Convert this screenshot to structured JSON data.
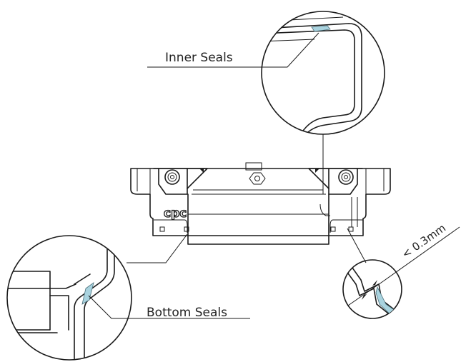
{
  "labels": {
    "inner_seals": "Inner Seals",
    "bottom_seals": "Bottom Seals",
    "gap": "< 0.3mm",
    "brand": "cpc"
  },
  "colors": {
    "seal": "#a9d3df",
    "line": "#1a1a1a"
  }
}
